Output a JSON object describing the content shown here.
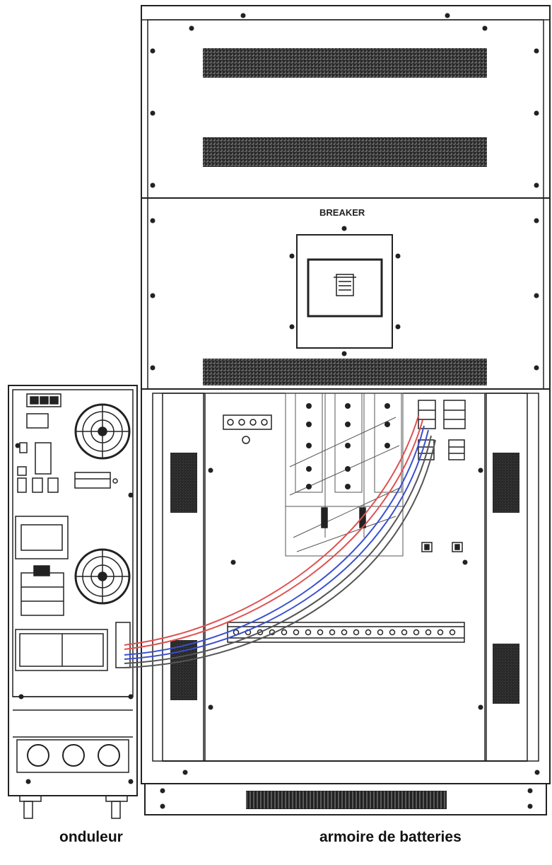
{
  "labels": {
    "breaker": "BREAKER",
    "inverter": "onduleur",
    "battery_cabinet": "armoire de batteries"
  },
  "colors": {
    "line": "#222222",
    "cable_positive": "#e05050",
    "cable_negative": "#3a4fd0",
    "cable_ground": "#555555"
  }
}
